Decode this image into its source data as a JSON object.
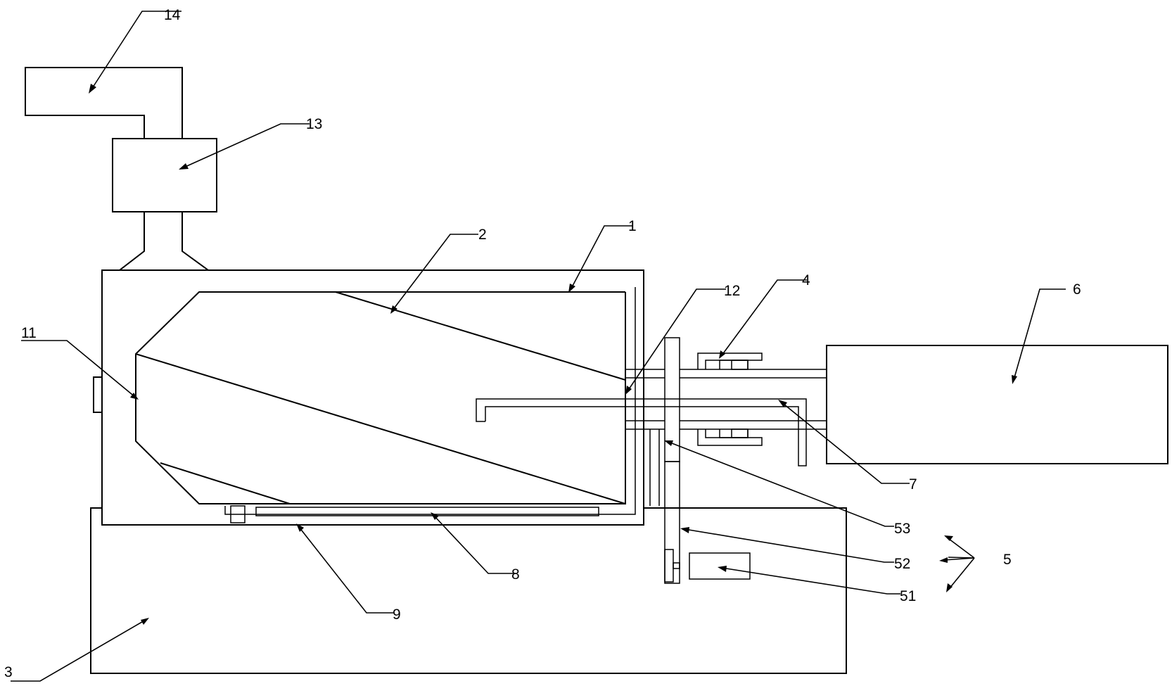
{
  "labels": {
    "l1": "1",
    "l2": "2",
    "l3": "3",
    "l4": "4",
    "l5": "5",
    "l6": "6",
    "l7": "7",
    "l8": "8",
    "l9": "9",
    "l11": "11",
    "l12": "12",
    "l13": "13",
    "l14": "14",
    "l51": "51",
    "l52": "52",
    "l53": "53"
  }
}
